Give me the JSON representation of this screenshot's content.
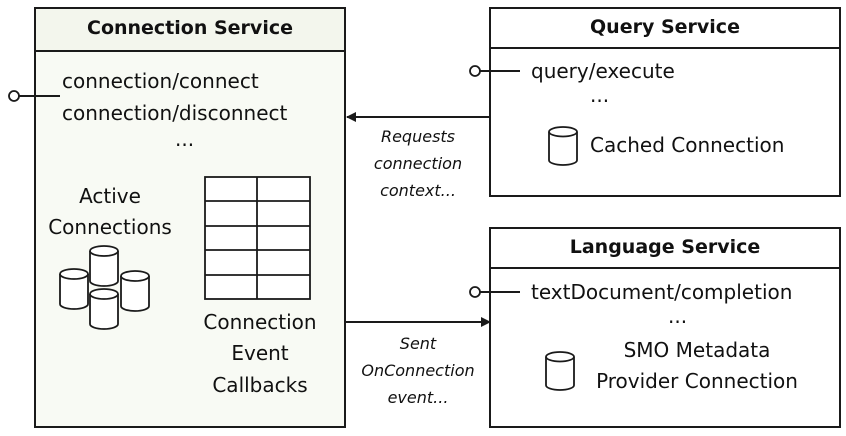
{
  "connection_service": {
    "title": "Connection Service",
    "endpoints": [
      "connection/connect",
      "connection/disconnect"
    ],
    "ellipsis": "...",
    "active_connections_label": [
      "Active",
      "Connections"
    ],
    "callbacks_label": [
      "Connection",
      "Event",
      "Callbacks"
    ]
  },
  "query_service": {
    "title": "Query Service",
    "endpoint": "query/execute",
    "ellipsis": "...",
    "cached_connection_label": "Cached Connection"
  },
  "language_service": {
    "title": "Language Service",
    "endpoint": "textDocument/completion",
    "ellipsis": "...",
    "smo_label": [
      "SMO Metadata",
      "Provider Connection"
    ]
  },
  "arrows": {
    "request_label": [
      "Requests",
      "connection",
      "context..."
    ],
    "event_label": [
      "Sent",
      "OnConnection",
      "event..."
    ]
  },
  "colors": {
    "connection_header_bg": "#f3f6ed",
    "connection_body_bg": "#f8faf4",
    "line": "#1a1a1a"
  }
}
